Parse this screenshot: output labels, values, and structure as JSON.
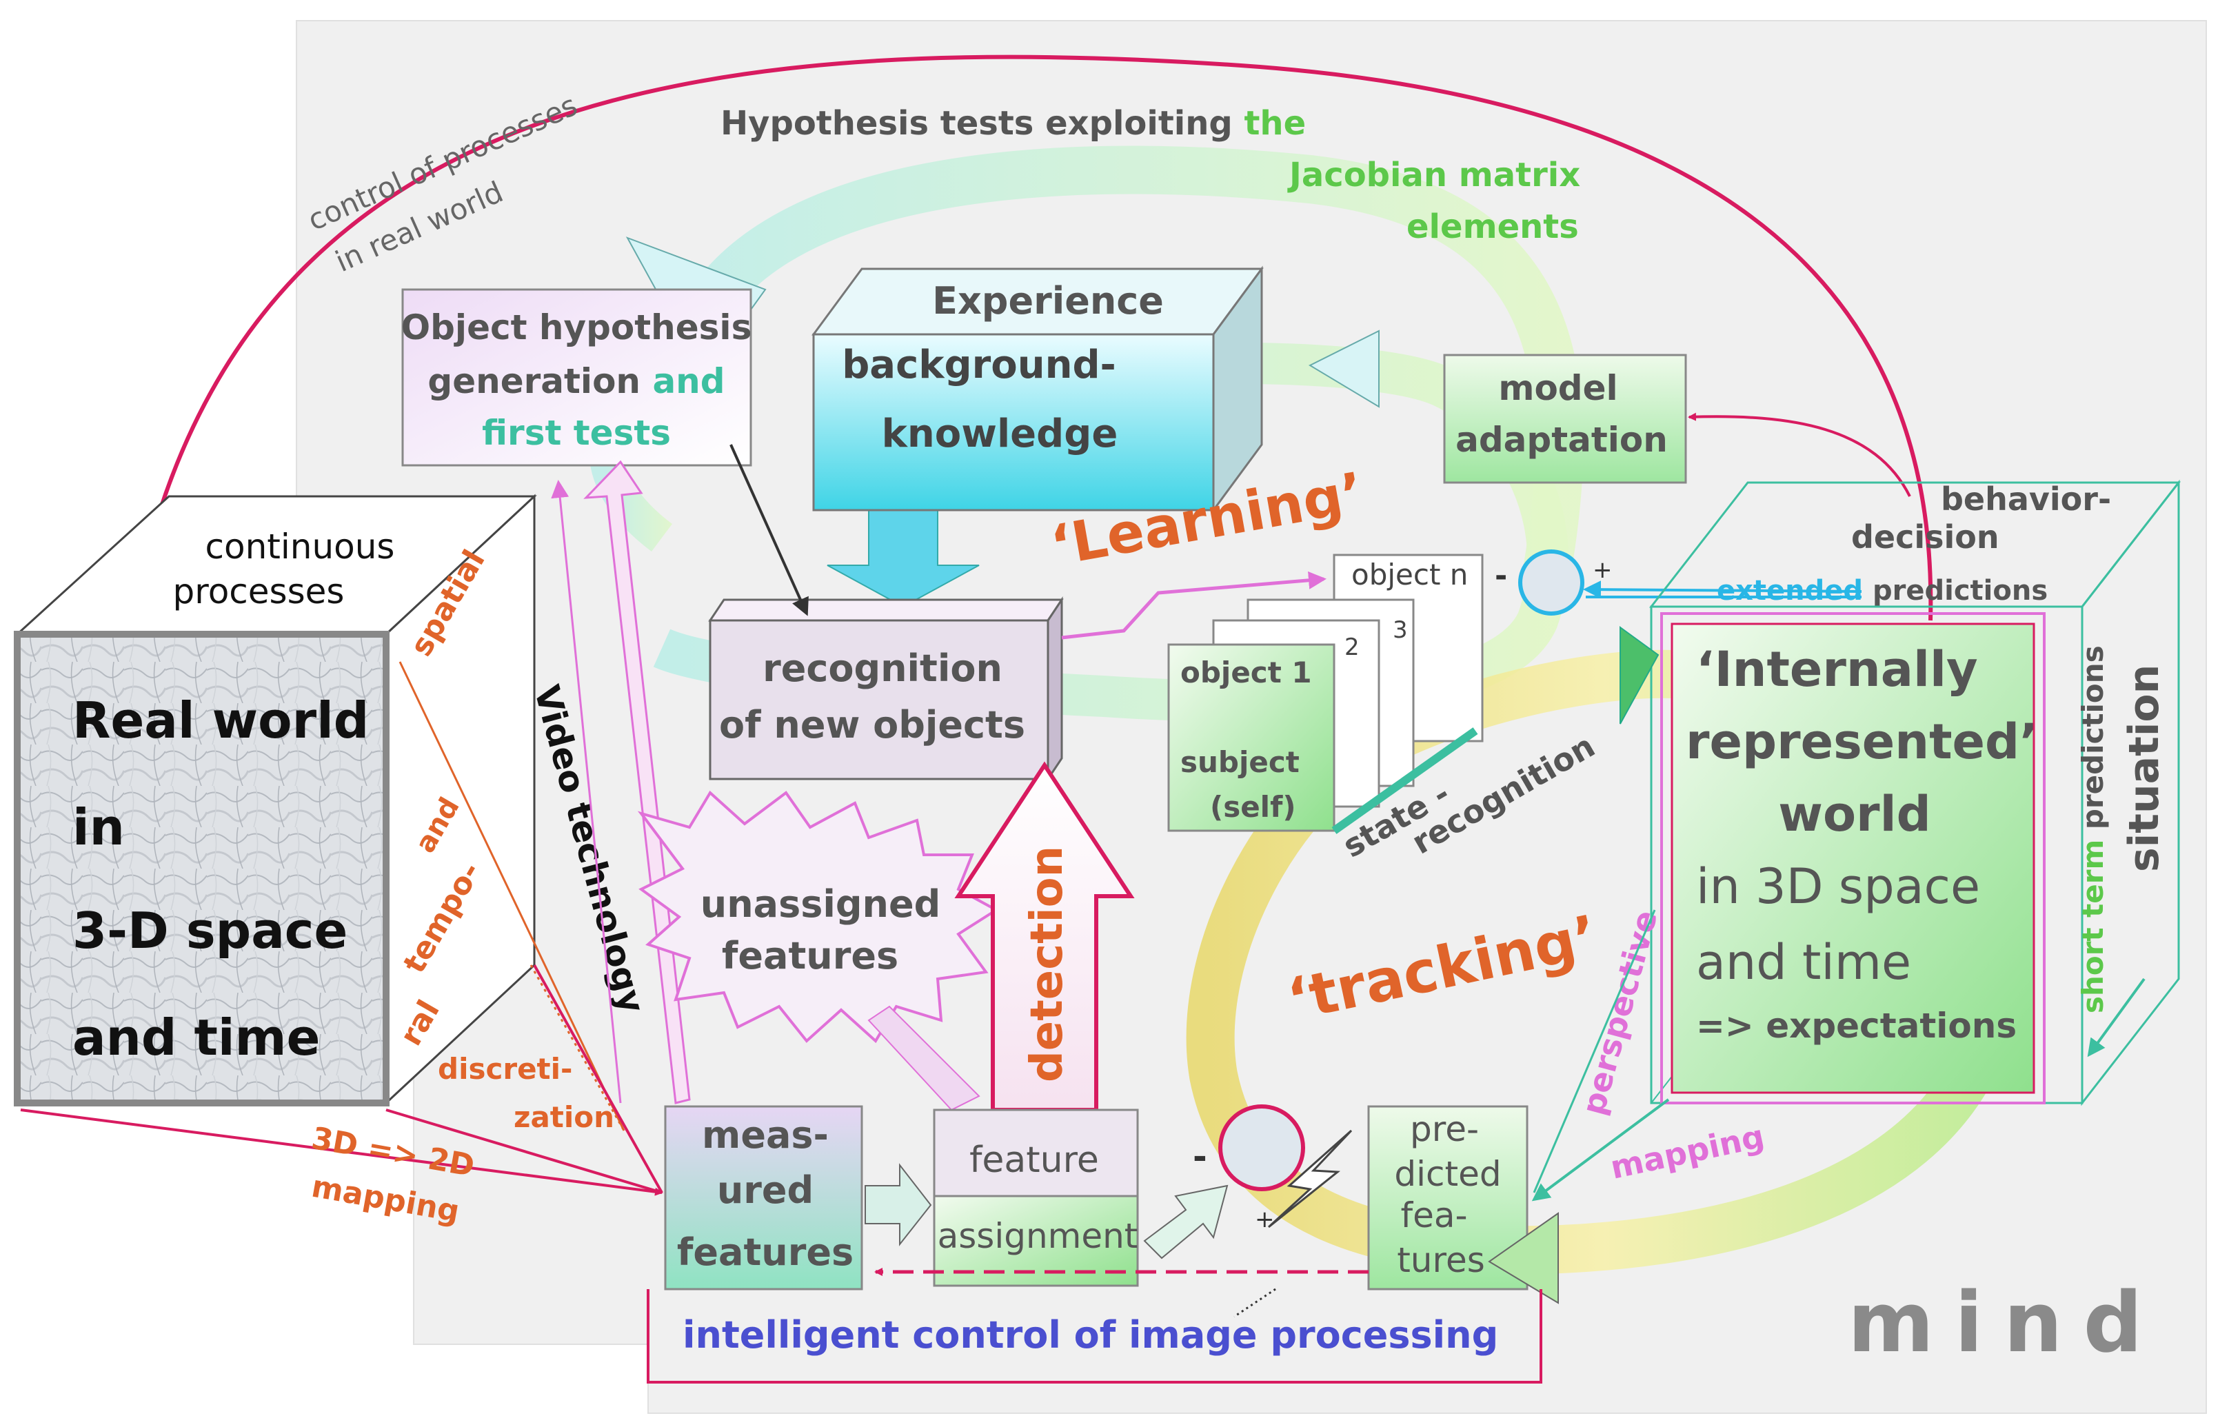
{
  "mind_label": "mind",
  "top": {
    "hypothesis_prefix": "Hypothesis tests exploiting",
    "hypothesis_the": "the",
    "jacobian_line1": "Jacobian matrix",
    "jacobian_line2": "elements",
    "control_line1": "control of  processes",
    "control_line2": "in real world"
  },
  "boxes": {
    "object_hypothesis": {
      "line1": "Object hypothesis",
      "line2a": "generation",
      "line2b": "and",
      "line3": "first tests"
    },
    "experience": {
      "title": "Experience",
      "line1": "background-",
      "line2": "knowledge"
    },
    "model_adaptation": {
      "line1": "model",
      "line2": "adaptation"
    },
    "recognition": {
      "line1": "recognition",
      "line2": "of new objects"
    },
    "internal_world": {
      "line1": "‘Internally",
      "line2": "represented’",
      "line3": "world",
      "line4": "in 3D space",
      "line5": "and time",
      "line6": "=> expectations"
    },
    "real_world": {
      "line1": "Real world",
      "line2": "in",
      "line3": "3-D space",
      "line4": "and time",
      "top1": "continuous",
      "top2": "processes"
    },
    "measured": {
      "line1": "meas-",
      "line2": "ured",
      "line3": "features"
    },
    "feature": {
      "top": "feature",
      "bottom": "assignment"
    },
    "predicted": {
      "line1": "pre-",
      "line2": "dicted",
      "line3": "fea-",
      "line4": "tures"
    },
    "objects": {
      "object_n": "object n",
      "three": "3",
      "two": "2",
      "object1": "object 1",
      "subject": "subject",
      "self": "(self)"
    }
  },
  "labels": {
    "learning": "‘Learning’",
    "tracking": "‘tracking’",
    "detection": "detection",
    "unassigned1": "unassigned",
    "unassigned2": "features",
    "state": "state -",
    "state_recognition": "recognition",
    "video_technology": "Video technology",
    "spatial": "spatial",
    "and": "and",
    "tempo": "tempo-",
    "ral": "ral",
    "discreti1": "discreti-",
    "discreti2": "zation",
    "map3d1": "3D =>  2D",
    "map3d2": "mapping",
    "behavior1": "behavior-",
    "behavior2": "decision",
    "extended": "extended",
    "predictions": "predictions",
    "short_term": "short term",
    "short_predictions": "predictions",
    "situation": "situation",
    "perspective": "perspective",
    "mapping": "mapping",
    "intelligent_control": "intelligent control of image processing",
    "minus1": "-",
    "plus1": "+",
    "minus2": "-",
    "plus2": "+"
  },
  "colors": {
    "red_line": "#d81b60",
    "orange_text": "#e0642a",
    "green_text": "#5cc84a",
    "teal_text": "#3cbfa0",
    "cyan_text": "#29b6e6",
    "pink_text": "#e070d8",
    "blue_text": "#4a4fd0",
    "gray_text": "#555555",
    "mind_gray": "#8a8a8a"
  }
}
